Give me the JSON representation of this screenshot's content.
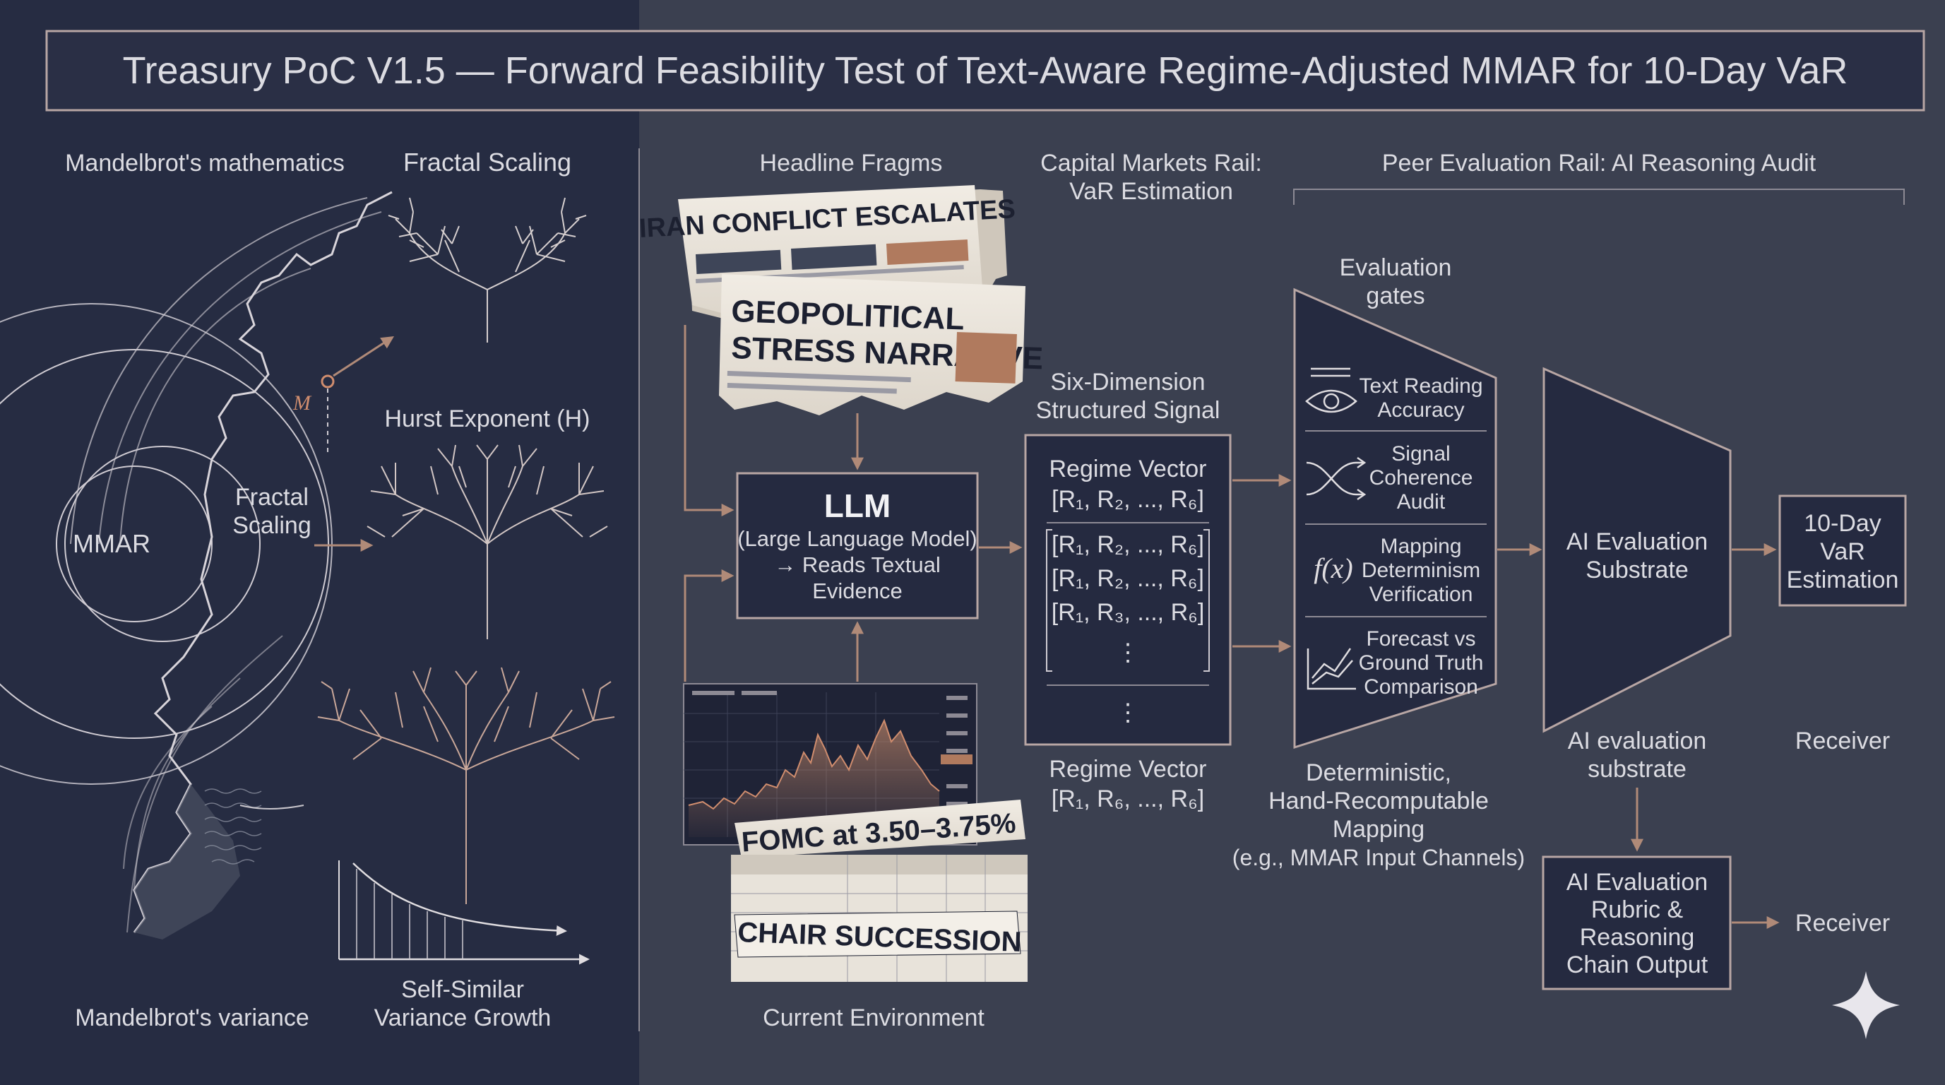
{
  "title": "Treasury PoC V1.5 — Forward Feasibility Test of Text-Aware Regime-Adjusted MMAR for 10-Day VaR",
  "left_panel": {
    "mandelbrot_math": "Mandelbrot's mathematics",
    "fractal_scaling_top": "Fractal Scaling",
    "hurst_exponent": "Hurst Exponent (H)",
    "mmar": "MMAR",
    "fractal_scaling_1": "Fractal",
    "fractal_scaling_2": "Scaling",
    "mandelbrot_variance": "Mandelbrot's variance",
    "self_similar_1": "Self-Similar",
    "self_similar_2": "Variance Growth"
  },
  "inputs": {
    "headline_fragms": "Headline Fragms",
    "news1": "IRAN CONFLICT ESCALATES",
    "news2_line1": "GEOPOLITICAL",
    "news2_line2": "STRESS NARRATIVE",
    "fomc": "FOMC at 3.50–3.75%",
    "chair": "CHAIR SUCCESSION",
    "current_env": "Current Environment"
  },
  "llm": {
    "title": "LLM",
    "line1": "(Large Language Model)",
    "line2": "→ Reads Textual",
    "line3": "Evidence"
  },
  "signal": {
    "rail_1": "Capital Markets Rail:",
    "rail_2": "VaR Estimation",
    "header_1": "Six-Dimension",
    "header_2": "Structured Signal",
    "box_title": "Regime Vector",
    "vec_main": "[R₁, R₂, ..., R₆]",
    "vec_1": "[R₁, R₂, ..., R₆]",
    "vec_2": "[R₁, R₂, ..., R₆]",
    "vec_3": "[R₁, R₃, ..., R₆]",
    "ellipsis_1": "⋮",
    "ellipsis_2": "⋮",
    "below_title": "Regime Vector",
    "below_vec": "[R₁, R₆, ..., R₆]"
  },
  "evaluation": {
    "rail_title": "Peer Evaluation Rail: AI Reasoning Audit",
    "gates_1": "Evaluation",
    "gates_2": "gates",
    "gate1_1": "Text Reading",
    "gate1_2": "Accuracy",
    "gate2_1": "Signal",
    "gate2_2": "Coherence",
    "gate2_3": "Audit",
    "gate3_1": "Mapping",
    "gate3_2": "Determinism",
    "gate3_3": "Verification",
    "gate4_1": "Forecast vs",
    "gate4_2": "Ground Truth",
    "gate4_3": "Comparison",
    "fx_symbol": "f(x)",
    "det_1": "Deterministic,",
    "det_2": "Hand-Recomputable",
    "det_3": "Mapping",
    "det_4": "(e.g., MMAR Input Channels)"
  },
  "substrate": {
    "box_1": "AI Evaluation",
    "box_2": "Substrate",
    "below_1": "AI evaluation",
    "below_2": "substrate"
  },
  "output": {
    "var_1": "10-Day",
    "var_2": "VaR",
    "var_3": "Estimation",
    "receiver_top": "Receiver",
    "rubric_1": "AI Evaluation",
    "rubric_2": "Rubric &",
    "rubric_3": "Reasoning",
    "rubric_4": "Chain Output",
    "receiver_bottom": "Receiver"
  },
  "colors": {
    "left_bg": "#262c42",
    "right_bg": "#3b4050",
    "box_fill": "#252a40",
    "border": "#b8a6a4",
    "arrow": "#b08a78",
    "copper": "#b98266"
  }
}
